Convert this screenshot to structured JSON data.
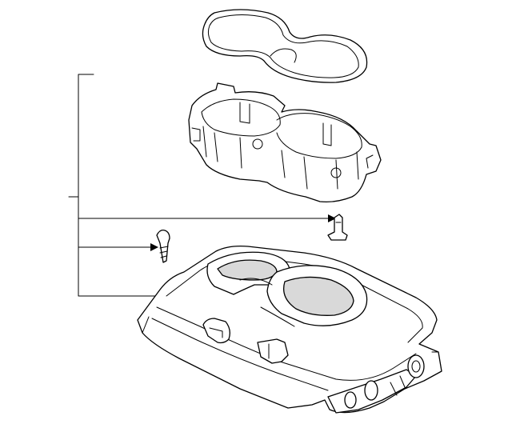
{
  "diagram": {
    "labels": [],
    "parts": [
      {
        "name": "cup-holder-mat"
      },
      {
        "name": "cup-holder-insert"
      },
      {
        "name": "retaining-clip"
      },
      {
        "name": "mounting-screw"
      },
      {
        "name": "console-base-housing"
      }
    ],
    "colors": {
      "stroke": "#000000",
      "fill": "#ffffff",
      "shade": "#d9d9d9"
    }
  }
}
